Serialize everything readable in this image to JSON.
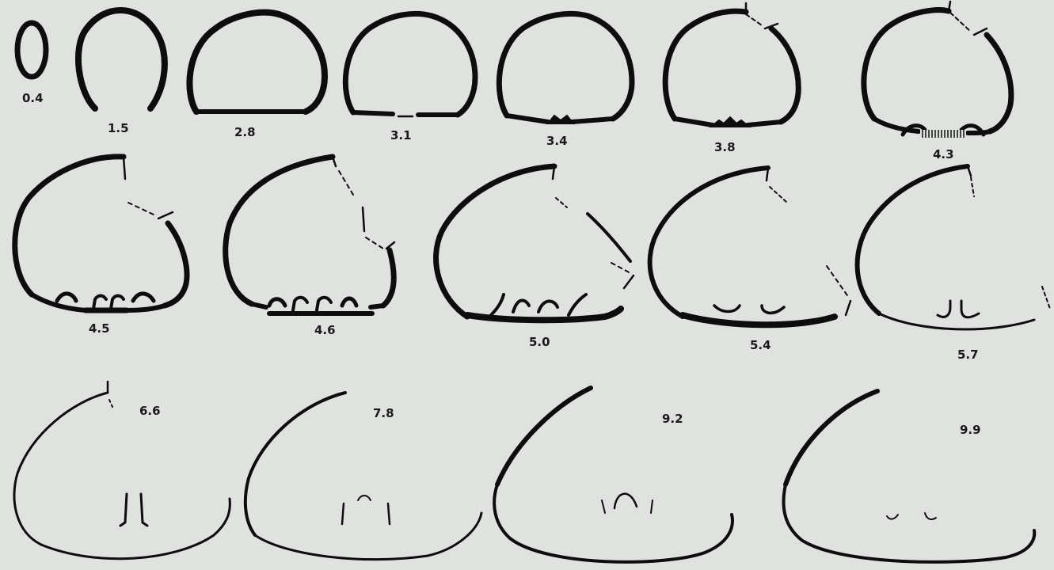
{
  "figure": {
    "background": "#dfe2df",
    "ink": "#0d0d0d",
    "sections": [
      {
        "id": "s-0-4",
        "label": "0.4"
      },
      {
        "id": "s-1-5",
        "label": "1.5"
      },
      {
        "id": "s-2-8",
        "label": "2.8"
      },
      {
        "id": "s-3-1",
        "label": "3.1"
      },
      {
        "id": "s-3-4",
        "label": "3.4"
      },
      {
        "id": "s-3-8",
        "label": "3.8"
      },
      {
        "id": "s-4-3",
        "label": "4.3"
      },
      {
        "id": "s-4-5",
        "label": "4.5"
      },
      {
        "id": "s-4-6",
        "label": "4.6"
      },
      {
        "id": "s-5-0",
        "label": "5.0"
      },
      {
        "id": "s-5-4",
        "label": "5.4"
      },
      {
        "id": "s-5-7",
        "label": "5.7"
      },
      {
        "id": "s-6-6",
        "label": "6.6"
      },
      {
        "id": "s-7-8",
        "label": "7.8"
      },
      {
        "id": "s-9-2",
        "label": "9.2"
      },
      {
        "id": "s-9-9",
        "label": "9.9"
      }
    ]
  }
}
